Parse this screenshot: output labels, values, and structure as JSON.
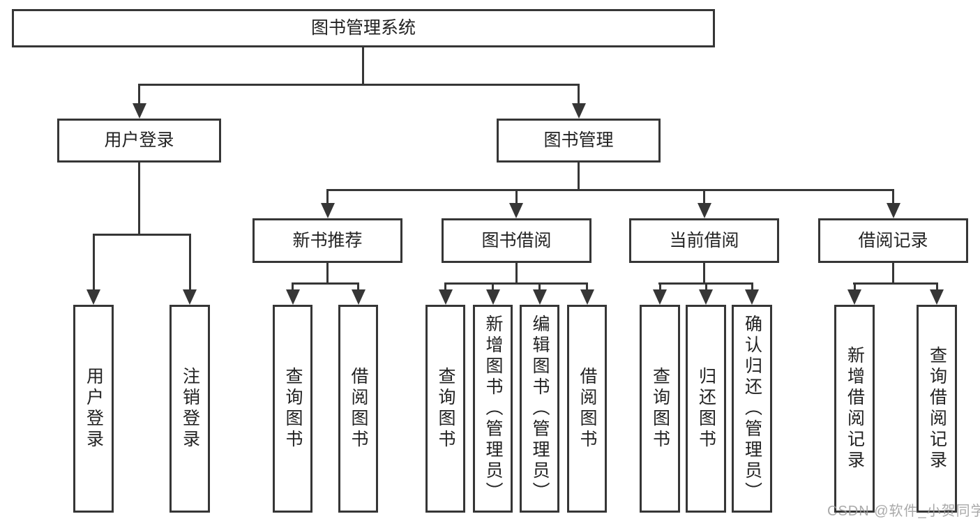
{
  "tree": {
    "root": {
      "label": "图书管理系统",
      "children": [
        {
          "label": "用户登录",
          "children": [
            {
              "label": "用户登录"
            },
            {
              "label": "注销登录"
            }
          ]
        },
        {
          "label": "图书管理",
          "children": [
            {
              "label": "新书推荐",
              "children": [
                {
                  "label": "查询图书"
                },
                {
                  "label": "借阅图书"
                }
              ]
            },
            {
              "label": "图书借阅",
              "children": [
                {
                  "label": "查询图书"
                },
                {
                  "label": "新增图书（管理员）"
                },
                {
                  "label": "编辑图书（管理员）"
                },
                {
                  "label": "借阅图书"
                }
              ]
            },
            {
              "label": "当前借阅",
              "children": [
                {
                  "label": "查询图书"
                },
                {
                  "label": "归还图书"
                },
                {
                  "label": "确认归还（管理员）"
                }
              ]
            },
            {
              "label": "借阅记录",
              "children": [
                {
                  "label": "新增借阅记录"
                },
                {
                  "label": "查询借阅记录"
                }
              ]
            }
          ]
        }
      ]
    }
  },
  "watermark": {
    "text": "CSDN @软件_小贺同学"
  },
  "colors": {
    "line": "#363636",
    "text": "#222222",
    "background": "#ffffff",
    "watermark": "#9b9b9b"
  }
}
